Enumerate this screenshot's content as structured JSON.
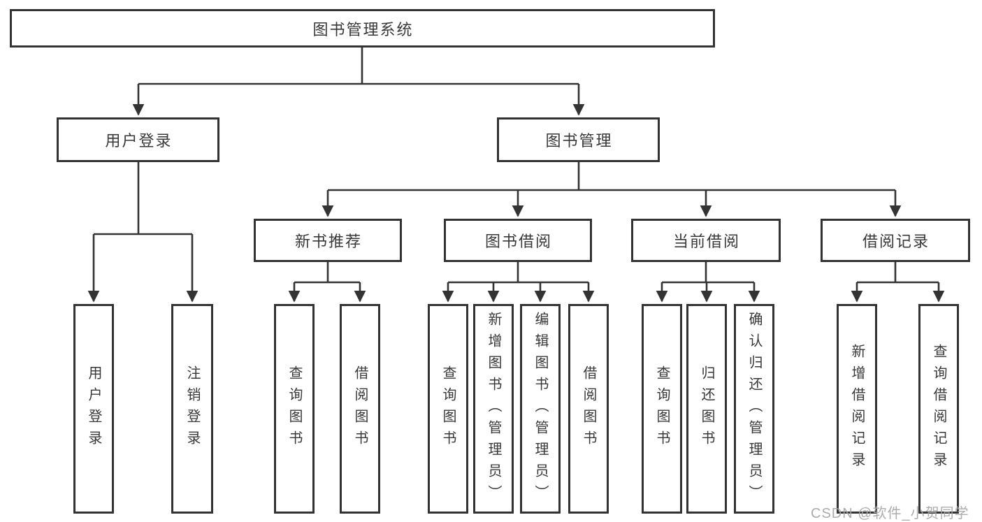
{
  "nodes": {
    "root": {
      "label": "图书管理系统"
    },
    "user_login": {
      "label": "用户登录"
    },
    "book_mgmt": {
      "label": "图书管理"
    },
    "new_books": {
      "label": "新书推荐"
    },
    "book_borrow": {
      "label": "图书借阅"
    },
    "current_borrow": {
      "label": "当前借阅"
    },
    "borrow_records": {
      "label": "借阅记录"
    },
    "leaf_user_login": {
      "label": "用户登录"
    },
    "leaf_logout": {
      "label": "注销登录"
    },
    "leaf_nb_search": {
      "label": "查询图书"
    },
    "leaf_nb_borrow": {
      "label": "借阅图书"
    },
    "leaf_bb_search": {
      "label": "查询图书"
    },
    "leaf_bb_add": {
      "label": "新增图书（管理员）"
    },
    "leaf_bb_edit": {
      "label": "编辑图书（管理员）"
    },
    "leaf_bb_borrow": {
      "label": "借阅图书"
    },
    "leaf_cb_search": {
      "label": "查询图书"
    },
    "leaf_cb_return": {
      "label": "归还图书"
    },
    "leaf_cb_confirm": {
      "label": "确认归还（管理员）"
    },
    "leaf_br_add": {
      "label": "新增借阅记录"
    },
    "leaf_br_search": {
      "label": "查询借阅记录"
    }
  },
  "watermark": {
    "text": "CSDN @软件_小贺同学"
  },
  "colors": {
    "line": "#333333",
    "box_border": "#333333",
    "box_fill": "#ffffff",
    "text": "#383838",
    "watermark": "#a5a5a5",
    "background": "#ffffff"
  }
}
